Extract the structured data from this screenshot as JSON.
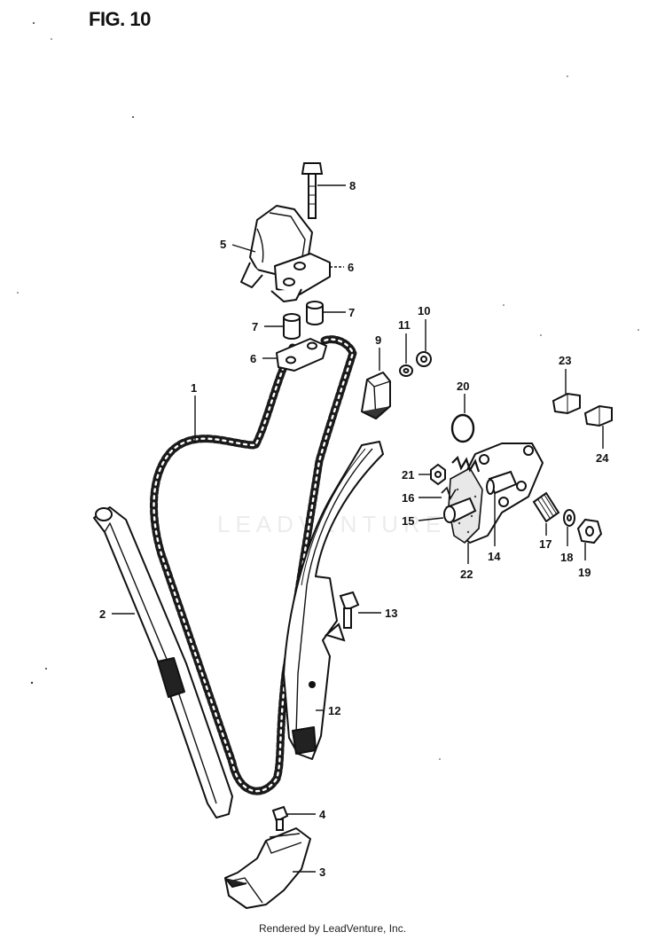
{
  "figure": {
    "title": "FIG. 10"
  },
  "watermark": "LEADVENTURE",
  "footer": "Rendered by LeadVenture, Inc.",
  "callouts": [
    {
      "id": "1",
      "label": "1"
    },
    {
      "id": "2",
      "label": "2"
    },
    {
      "id": "3",
      "label": "3"
    },
    {
      "id": "4",
      "label": "4"
    },
    {
      "id": "5",
      "label": "5"
    },
    {
      "id": "6a",
      "label": "6"
    },
    {
      "id": "6b",
      "label": "6"
    },
    {
      "id": "7a",
      "label": "7"
    },
    {
      "id": "7b",
      "label": "7"
    },
    {
      "id": "8",
      "label": "8"
    },
    {
      "id": "9",
      "label": "9"
    },
    {
      "id": "10",
      "label": "10"
    },
    {
      "id": "11",
      "label": "11"
    },
    {
      "id": "12",
      "label": "12"
    },
    {
      "id": "13",
      "label": "13"
    },
    {
      "id": "14",
      "label": "14"
    },
    {
      "id": "15",
      "label": "15"
    },
    {
      "id": "16",
      "label": "16"
    },
    {
      "id": "17",
      "label": "17"
    },
    {
      "id": "18",
      "label": "18"
    },
    {
      "id": "19",
      "label": "19"
    },
    {
      "id": "20",
      "label": "20"
    },
    {
      "id": "21",
      "label": "21"
    },
    {
      "id": "22",
      "label": "22"
    },
    {
      "id": "23",
      "label": "23"
    },
    {
      "id": "24",
      "label": "24"
    }
  ]
}
